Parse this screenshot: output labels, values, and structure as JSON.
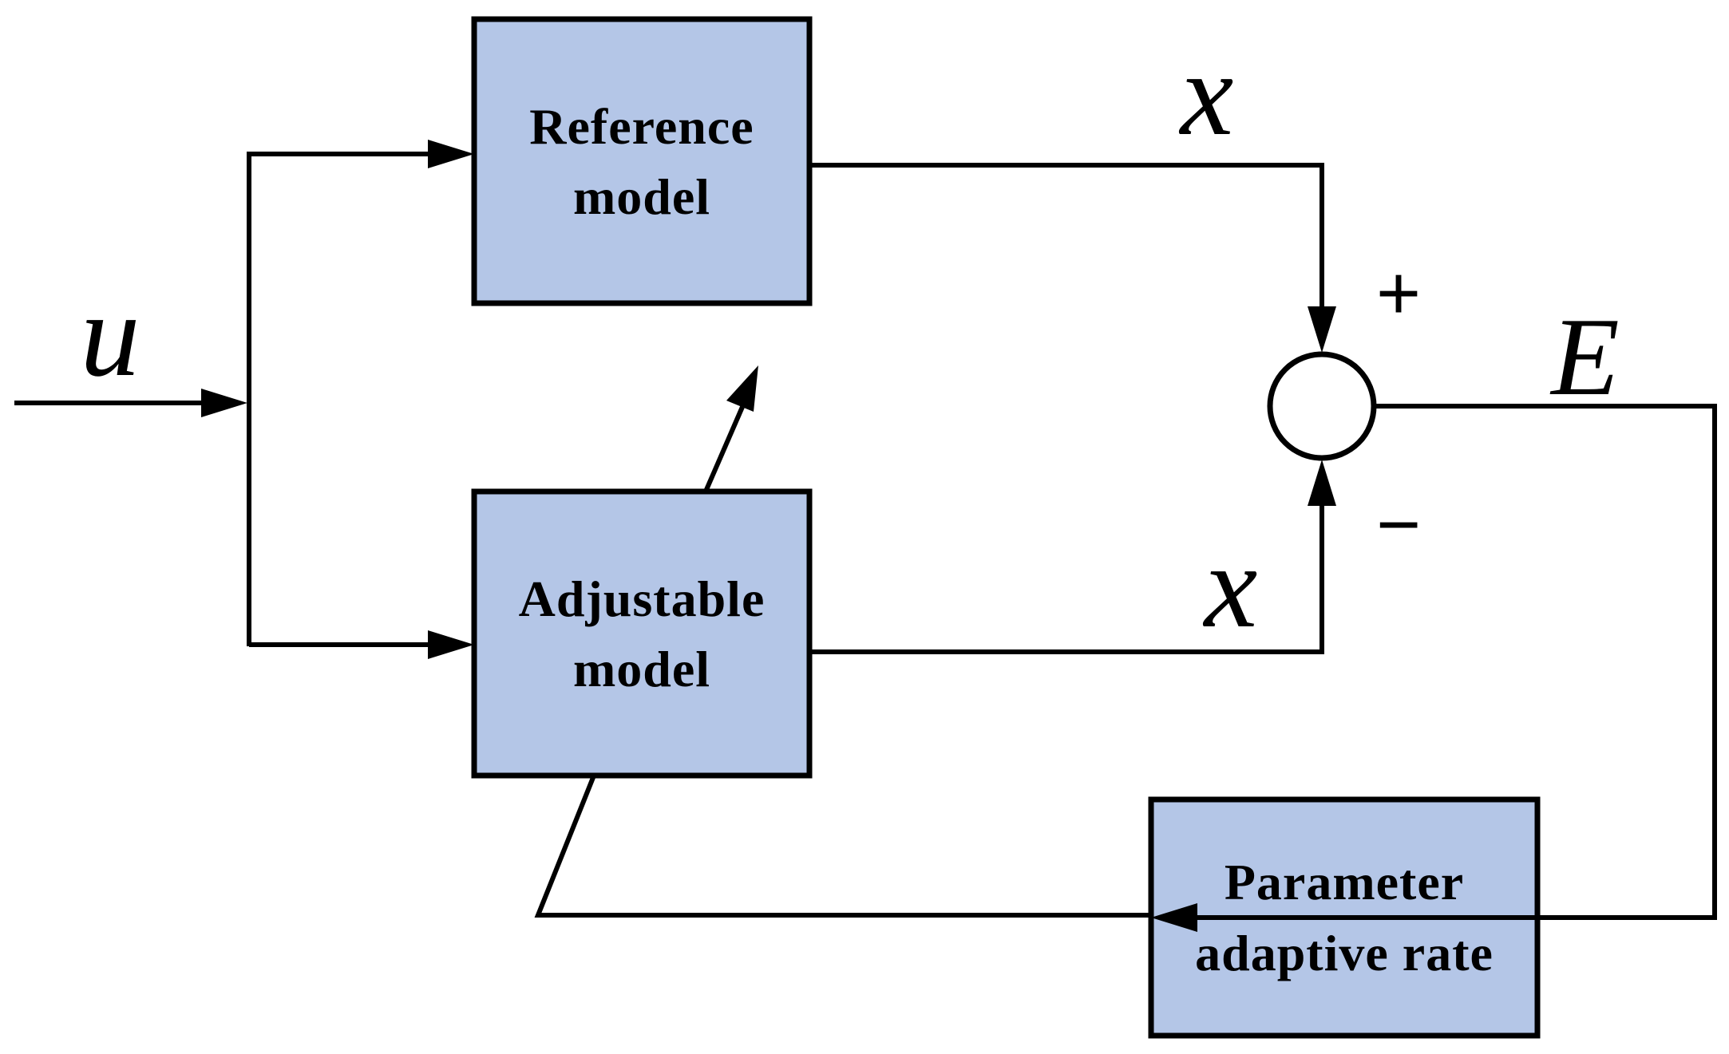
{
  "blocks": {
    "reference_model": {
      "line1": "Reference",
      "line2": "model"
    },
    "adjustable_model": {
      "line1": "Adjustable",
      "line2": "model"
    },
    "parameter_adaptive_rate": {
      "line1": "Parameter",
      "line2": "adaptive rate"
    }
  },
  "signals": {
    "input": "u",
    "reference_output": "x",
    "adjustable_output": "x",
    "error": "E"
  },
  "summing_junction": {
    "plus": "+",
    "minus": "−"
  },
  "colors": {
    "block_fill": "#b4c6e7",
    "stroke": "#000000",
    "background": "#ffffff"
  }
}
